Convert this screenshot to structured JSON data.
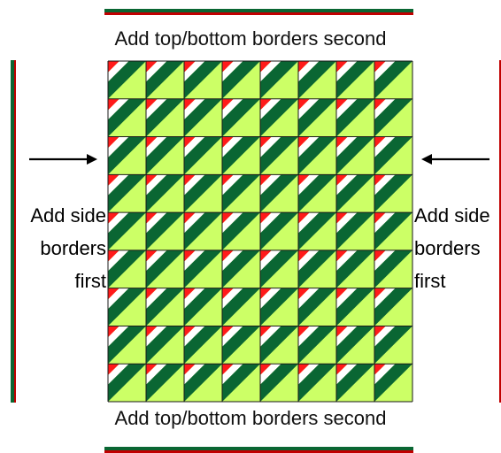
{
  "labels": {
    "top": "Add top/bottom borders second",
    "bottom": "Add top/bottom borders second",
    "left_lines": [
      "Add side",
      "borders",
      "first"
    ],
    "right_lines": [
      "Add side",
      "borders",
      "first"
    ]
  },
  "quilt": {
    "rows": 9,
    "cols": 8
  },
  "colors": {
    "light_green": "#ccff66",
    "dark_green": "#0a6633",
    "red": "#ff1a1a",
    "white": "#ffffff",
    "grid_line": "#1a1a1a",
    "arrow": "#000000"
  }
}
